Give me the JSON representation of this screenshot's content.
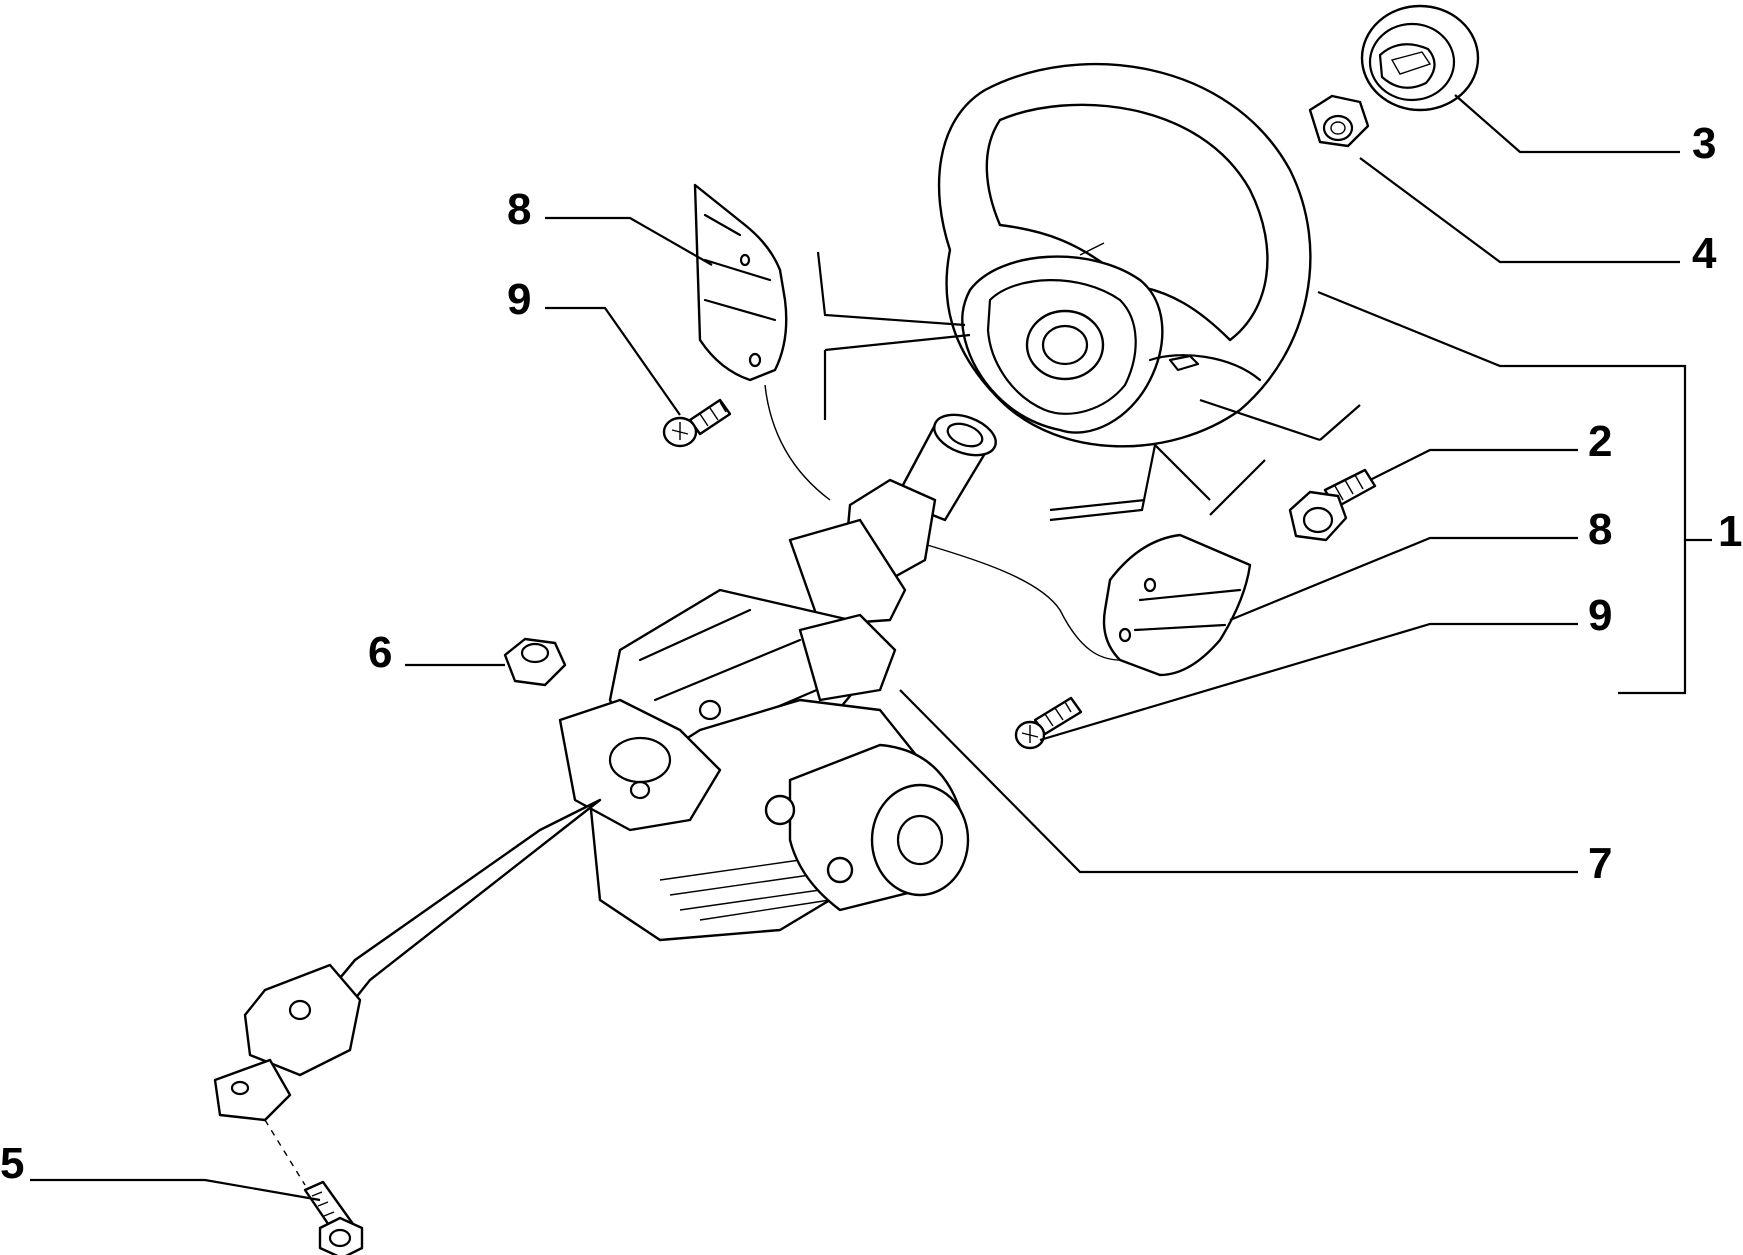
{
  "callouts": [
    {
      "id": "c3",
      "label": "3"
    },
    {
      "id": "c4",
      "label": "4"
    },
    {
      "id": "c8a",
      "label": "8"
    },
    {
      "id": "c9a",
      "label": "9"
    },
    {
      "id": "c2",
      "label": "2"
    },
    {
      "id": "c8b",
      "label": "8"
    },
    {
      "id": "c1",
      "label": "1"
    },
    {
      "id": "c9b",
      "label": "9"
    },
    {
      "id": "c6",
      "label": "6"
    },
    {
      "id": "c7",
      "label": "7"
    },
    {
      "id": "c5",
      "label": "5"
    }
  ],
  "colors": {
    "line": "#000000",
    "background": "#ffffff"
  }
}
